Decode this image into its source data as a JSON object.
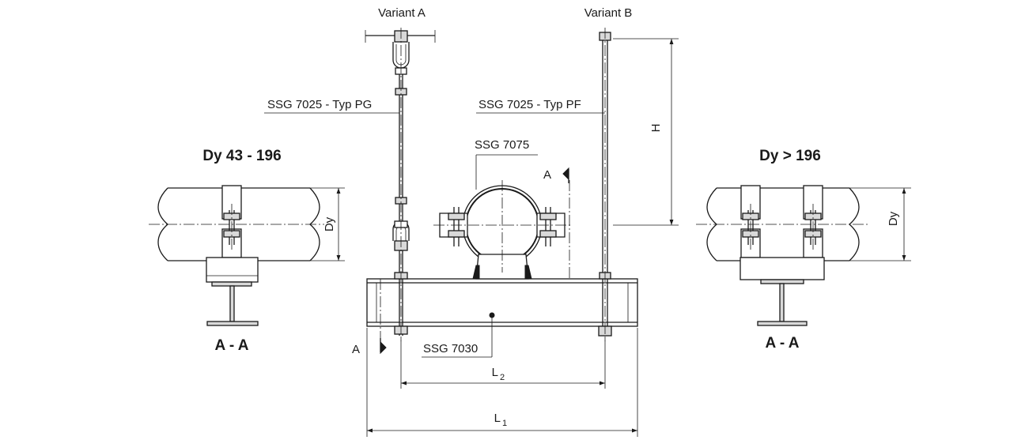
{
  "labels": {
    "variant_a": "Variant A",
    "variant_b": "Variant B",
    "typ_pg": "SSG 7025 - Typ PG",
    "typ_pf": "SSG 7025 - Typ PF",
    "clamp": "SSG 7075",
    "beam": "SSG 7030",
    "height": "H",
    "section_mark": "A",
    "section_mark_lower": "A",
    "dy_left": "Dy",
    "dy_right": "Dy",
    "range_left": "Dy 43 - 196",
    "range_right": "Dy > 196",
    "section_left": "A - A",
    "section_right": "A - A",
    "l1": "L",
    "l1_sub": "1",
    "l2": "L",
    "l2_sub": "2"
  }
}
